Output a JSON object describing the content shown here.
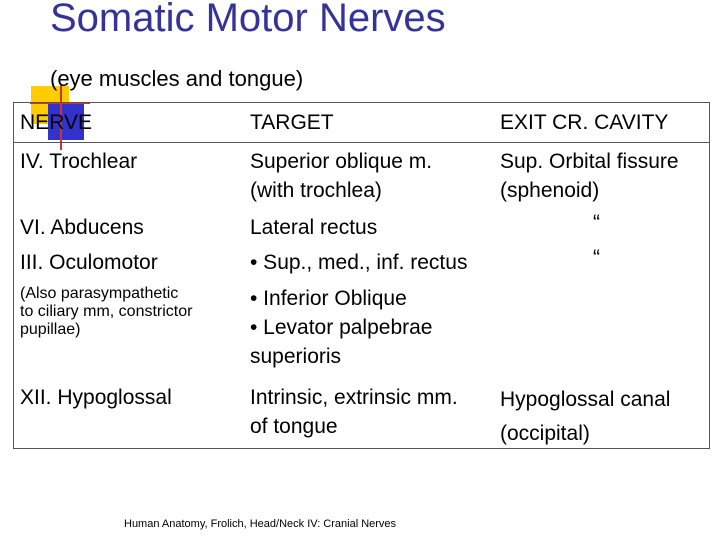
{
  "title": "Somatic Motor Nerves",
  "subtitle": "(eye muscles and tongue)",
  "table": {
    "headers": [
      "NERVE",
      "TARGET",
      "EXIT CR. CAVITY"
    ],
    "rows": [
      {
        "nerve": "IV. Trochlear",
        "target": "Superior oblique m.\n(with trochlea)",
        "exit": "Sup. Orbital fissure\n(sphenoid)"
      },
      {
        "nerve": "VI. Abducens",
        "target": "Lateral rectus",
        "exit": "“"
      },
      {
        "nerve": "III. Oculomotor",
        "target": "• Sup., med., inf. rectus",
        "exit": "“"
      },
      {
        "nerve": "(Also parasympathetic\nto ciliary mm, constrictor\npupillae)",
        "target": "• Inferior Oblique\n• Levator palpebrae\nsuperioris",
        "exit": ""
      },
      {
        "nerve": "XII. Hypoglossal",
        "target": "Intrinsic, extrinsic mm.\nof tongue",
        "exit": "Hypoglossal canal\n(occipital)"
      }
    ]
  },
  "footer": "Human Anatomy, Frolich, Head/Neck IV:  Cranial Nerves",
  "colors": {
    "title": "#333399",
    "accent_yellow": "#ffcc00",
    "accent_blue": "#3333cc",
    "accent_red": "#cc3333"
  }
}
